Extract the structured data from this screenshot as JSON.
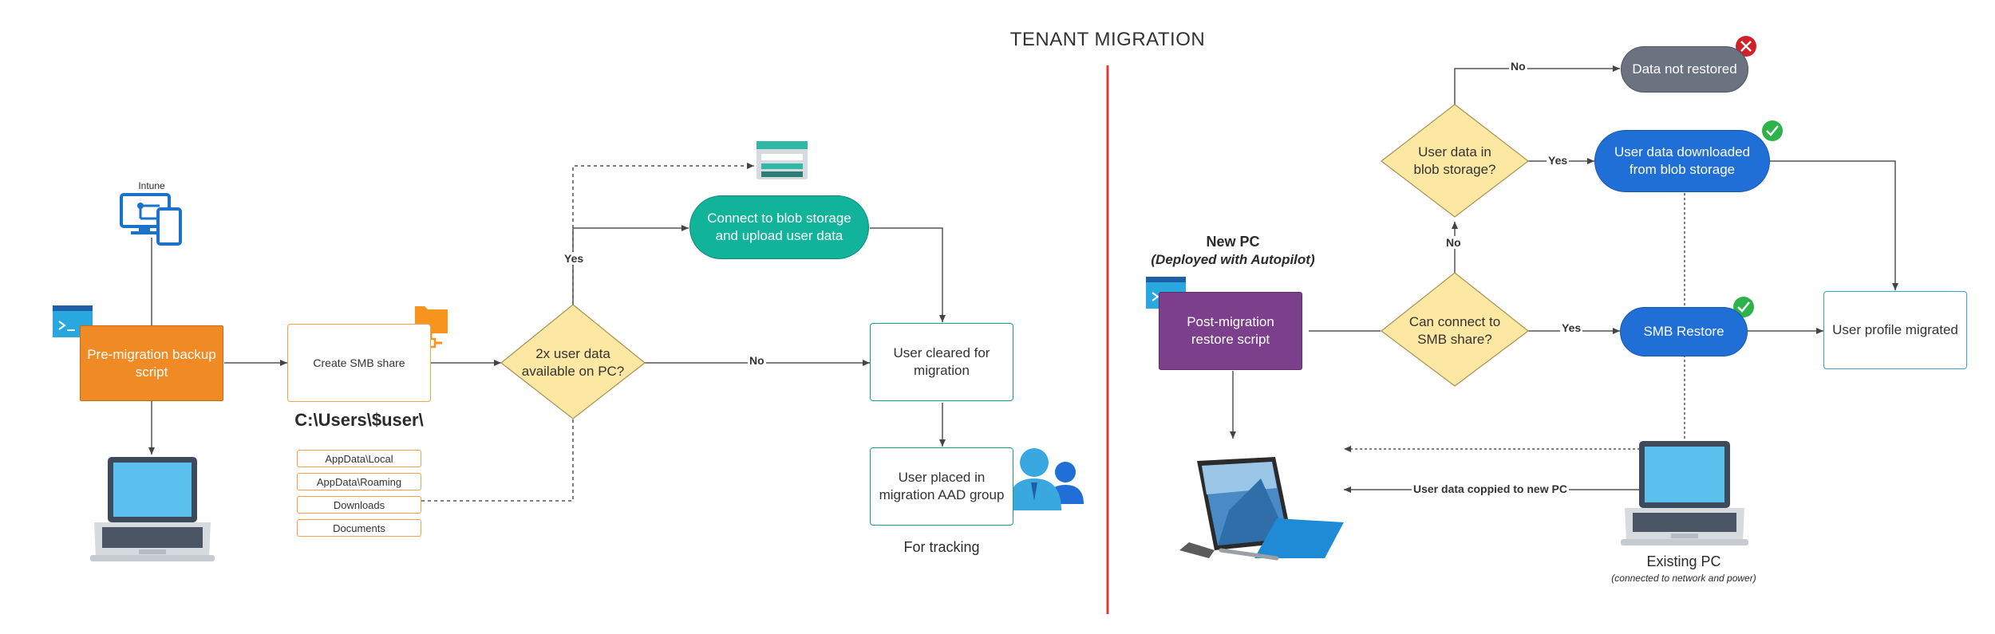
{
  "title": "TENANT MIGRATION",
  "left": {
    "intune_label": "Intune",
    "pre_migration": "Pre-migration backup script",
    "create_smb": "Create SMB share",
    "path": "C:\\Users\\$user\\",
    "folders": [
      "AppData\\Local",
      "AppData\\Roaming",
      "Downloads",
      "Documents"
    ],
    "decision": "2x user data available on PC?",
    "yes": "Yes",
    "no": "No",
    "blob_upload": "Connect to blob storage and upload user data",
    "cleared": "User cleared for migration",
    "placed": "User placed in migration AAD group",
    "tracking": "For tracking"
  },
  "right": {
    "new_pc": "New PC",
    "autopilot": "(Deployed with Autopilot)",
    "post_migration": "Post-migration restore script",
    "can_connect": "Can connect to SMB share?",
    "blob_check": "User data in blob storage?",
    "not_restored": "Data not restored",
    "downloaded": "User data downloaded from blob storage",
    "smb_restore": "SMB Restore",
    "profile_migrated": "User profile migrated",
    "yes1": "Yes",
    "yes2": "Yes",
    "no1": "No",
    "no2": "No",
    "copied": "User data coppied to new PC",
    "existing_pc": "Existing PC",
    "existing_note": "(connected to network and power)"
  },
  "colors": {
    "orange": "#f08a24",
    "teal": "#12b39b",
    "purple": "#7b3f8c",
    "blue": "#1f6fd6",
    "gray": "#6b7280",
    "diamond": "#fce8a3",
    "divider": "#d63c3c"
  },
  "icons": [
    "desktop-monitor-icon",
    "terminal-icon",
    "laptop-icon",
    "folder-network-icon",
    "blob-storage-icon",
    "users-group-icon",
    "tablet-pc-icon",
    "check-icon",
    "error-icon"
  ]
}
